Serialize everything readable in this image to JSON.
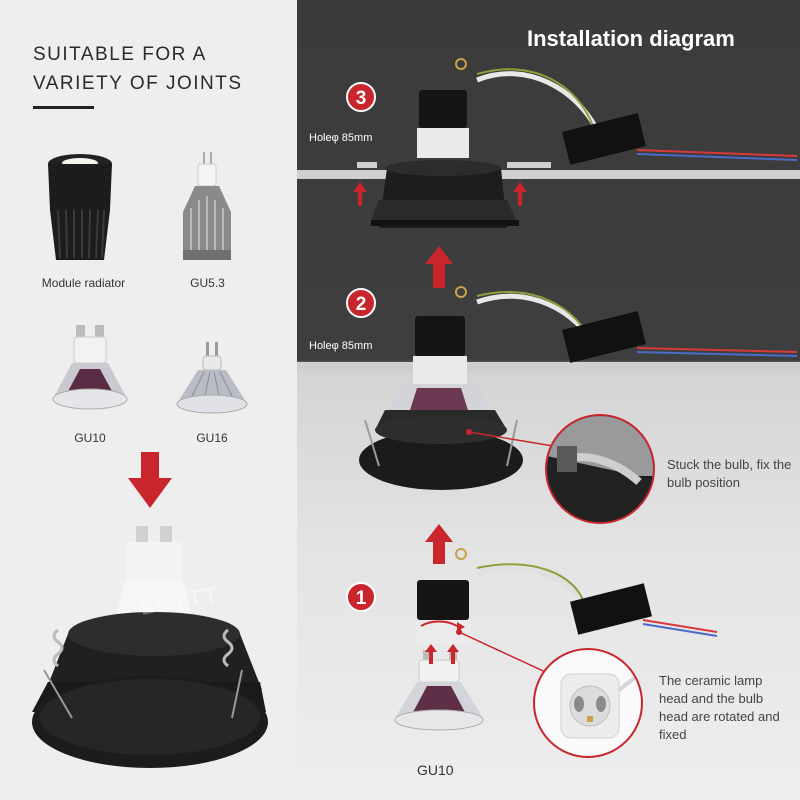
{
  "left_panel": {
    "headline": "SUITABLE FOR A VARIETY OF JOINTS",
    "products": [
      {
        "label": "Module radiator",
        "icon": "module-radiator-icon"
      },
      {
        "label": "GU5.3",
        "icon": "gu53-bulb-icon"
      },
      {
        "label": "GU10",
        "icon": "gu10-bulb-icon"
      },
      {
        "label": "GU16",
        "icon": "gu16-bulb-icon"
      }
    ],
    "watermark": "LEYTT"
  },
  "diagram": {
    "title": "Installation diagram",
    "steps": [
      {
        "number": "3",
        "hole_label": "Holeφ 85mm"
      },
      {
        "number": "2",
        "hole_label": "Holeφ 85mm"
      },
      {
        "number": "1",
        "bulb_label": "GU10"
      }
    ],
    "callouts": [
      {
        "text": "Stuck the bulb, fix the bulb position"
      },
      {
        "text": "The ceramic lamp head and the bulb head are rotated and fixed"
      }
    ]
  },
  "colors": {
    "accent_red": "#c8262c",
    "dark_panel": "#3b3b3b",
    "fixture_black": "#1e1e1e"
  }
}
